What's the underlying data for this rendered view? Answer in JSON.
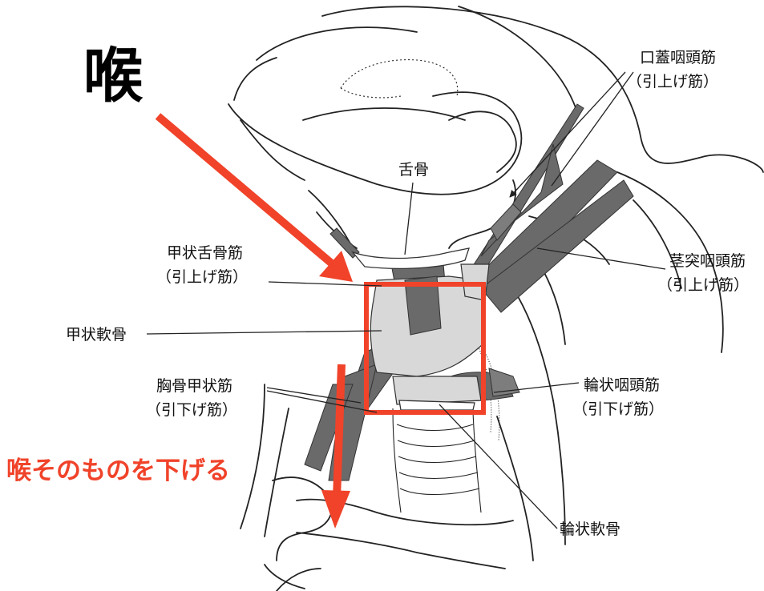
{
  "title_char": "喉",
  "caption": "喉そのものを下げる",
  "colors": {
    "accent_red": "#f0432a",
    "muscle_gray": "#6a6a6a",
    "cartilage_gray": "#d8d8d8"
  },
  "labels": {
    "palatopharyngeus": {
      "name": "口蓋咽頭筋",
      "sub": "（引上げ筋）"
    },
    "hyoid": {
      "name": "舌骨"
    },
    "thyrohyoid": {
      "name": "甲状舌骨筋",
      "sub": "（引上げ筋）"
    },
    "stylopharyngeus": {
      "name": "茎突咽頭筋",
      "sub": "（引上げ筋）"
    },
    "thyroid_cartilage": {
      "name": "甲状軟骨"
    },
    "sternothyroid": {
      "name": "胸骨甲状筋",
      "sub": "（引下げ筋）"
    },
    "cricopharyngeus": {
      "name": "輪状咽頭筋",
      "sub": "（引下げ筋）"
    },
    "cricoid_cartilage": {
      "name": "輪状軟骨"
    }
  }
}
